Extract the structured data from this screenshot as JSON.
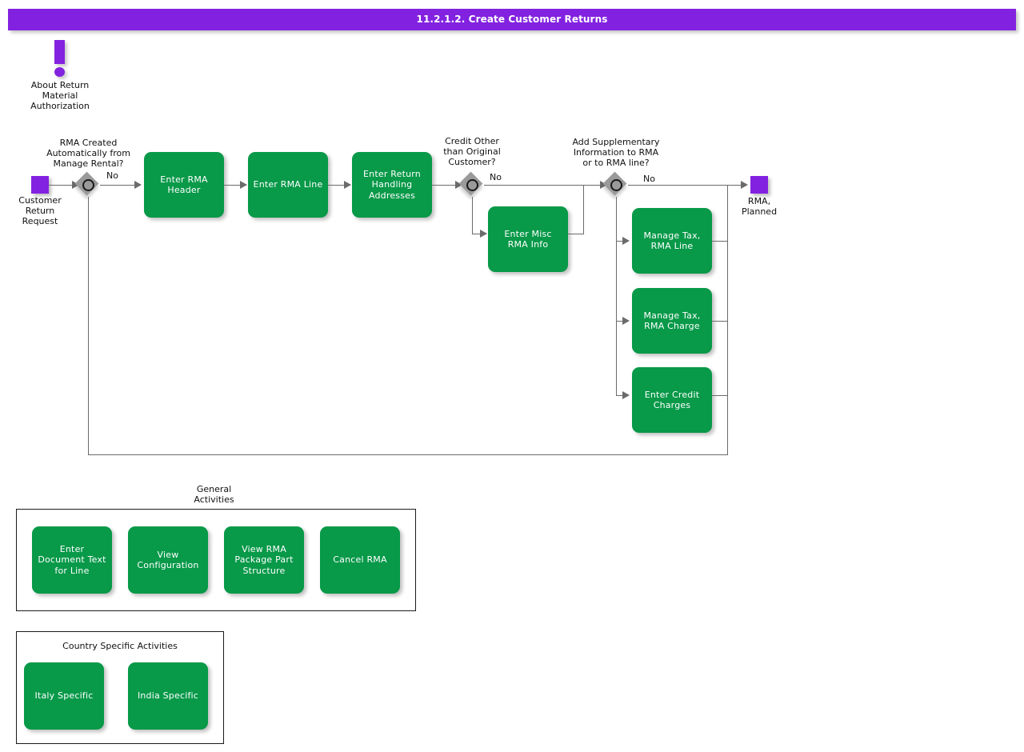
{
  "header": {
    "title": "11.2.1.2. Create Customer Returns",
    "bar_color": "#8222e0",
    "text_color": "#ffffff"
  },
  "theme": {
    "activity_green": "#089949",
    "terminator_purple": "#8222e0",
    "decision_gray": "#9a9a9a",
    "connector_gray": "#6b6b6b",
    "text_dark": "#111111"
  },
  "info_note": {
    "icon": "exclamation-icon",
    "label": "About Return\nMaterial\nAuthorization"
  },
  "terminators": [
    {
      "id": "start",
      "name": "customer-return-request",
      "label": "Customer\nReturn\nRequest"
    },
    {
      "id": "end",
      "name": "rma-planned",
      "label": "RMA,\nPlanned"
    }
  ],
  "decisions": [
    {
      "id": "d1",
      "name": "decision-rma-created-automatically",
      "question": "RMA Created\nAutomatically from\nManage Rental?",
      "branch_label": "No"
    },
    {
      "id": "d2",
      "name": "decision-credit-other-than-original-customer",
      "question": "Credit Other\nthan Original\nCustomer?",
      "branch_label": "No"
    },
    {
      "id": "d3",
      "name": "decision-add-supplementary-information",
      "question": "Add Supplementary\nInformation to RMA\nor to RMA line?",
      "branch_label": "No"
    }
  ],
  "main_flow": {
    "activities": [
      {
        "id": "a1",
        "name": "activity-enter-rma-header",
        "label": "Enter RMA\nHeader"
      },
      {
        "id": "a2",
        "name": "activity-enter-rma-line",
        "label": "Enter RMA Line"
      },
      {
        "id": "a3",
        "name": "activity-enter-return-handling-addresses",
        "label": "Enter Return\nHandling\nAddresses"
      },
      {
        "id": "a4",
        "name": "activity-enter-misc-rma-info",
        "label": "Enter Misc RMA\nInfo"
      },
      {
        "id": "a5",
        "name": "activity-manage-tax-rma-line",
        "label": "Manage Tax,\nRMA Line"
      },
      {
        "id": "a6",
        "name": "activity-manage-tax-rma-charge",
        "label": "Manage Tax,\nRMA Charge"
      },
      {
        "id": "a7",
        "name": "activity-enter-credit-charges",
        "label": "Enter Credit\nCharges"
      }
    ]
  },
  "general_activities": {
    "title": "General\nActivities",
    "items": [
      {
        "id": "g1",
        "name": "activity-enter-document-text-for-line",
        "label": "Enter Document\nText for Line"
      },
      {
        "id": "g2",
        "name": "activity-view-configuration",
        "label": "View\nConfiguration"
      },
      {
        "id": "g3",
        "name": "activity-view-rma-package-part-structure",
        "label": "View RMA\nPackage Part\nStructure"
      },
      {
        "id": "g4",
        "name": "activity-cancel-rma",
        "label": "Cancel RMA"
      }
    ]
  },
  "country_specific_activities": {
    "title": "Country Specific Activities",
    "items": [
      {
        "id": "c1",
        "name": "activity-italy-specific",
        "label": "Italy Specific"
      },
      {
        "id": "c2",
        "name": "activity-india-specific",
        "label": "India Specific"
      }
    ]
  }
}
